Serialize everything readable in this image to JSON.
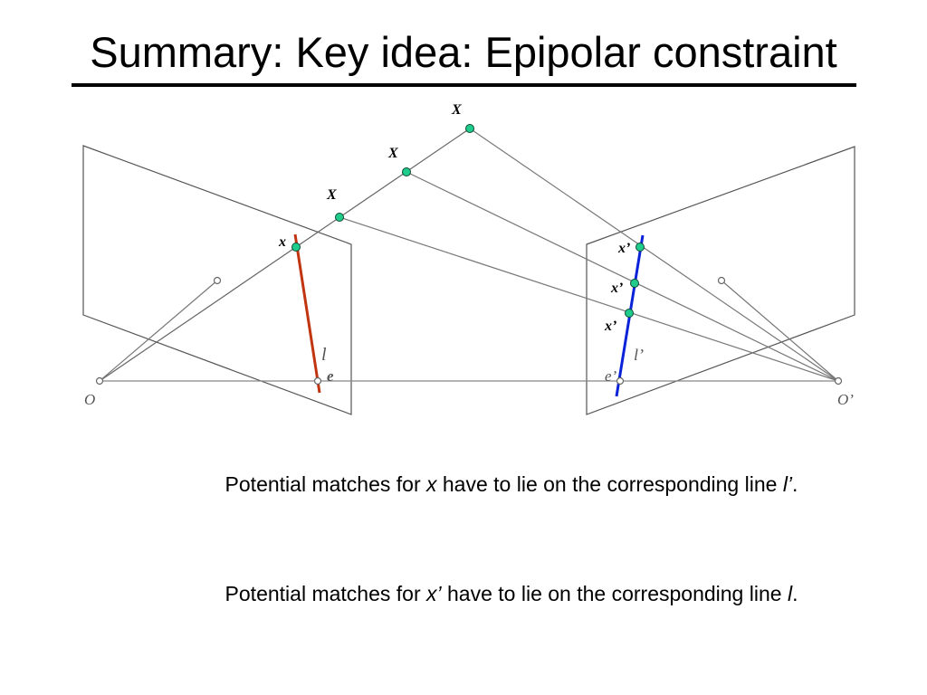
{
  "title": "Summary: Key idea: Epipolar constraint",
  "diagram": {
    "world_point_labels": [
      "X",
      "X",
      "X"
    ],
    "left_image_point_label": "x",
    "right_image_point_labels": [
      "x’",
      "x’",
      "x’"
    ],
    "left_camera_center": "O",
    "right_camera_center": "O’",
    "left_epipole": "e",
    "right_epipole": "e’",
    "left_epipolar_line": "l",
    "right_epipolar_line": "l’",
    "colors": {
      "left_epipolar_line": "#c0350f",
      "right_epipolar_line": "#0a22d8",
      "point_fill": "#1fcc8c"
    }
  },
  "captions": [
    {
      "prefix": "Potential matches for ",
      "var": "x",
      "middle": " have to lie on the corresponding line ",
      "line": "l’",
      "suffix": "."
    },
    {
      "prefix": "Potential matches for ",
      "var": "x’",
      "middle": " have to lie on the corresponding line ",
      "line": "l",
      "suffix": "."
    }
  ]
}
